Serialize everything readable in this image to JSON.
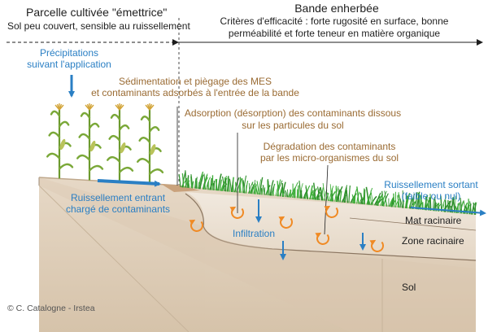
{
  "header": {
    "left_title": "Parcelle cultivée \"émettrice\"",
    "left_subtitle": "Sol peu couvert, sensible au ruissellement",
    "right_title": "Bande enherbée",
    "right_line1": "Critères d'efficacité : forte rugosité en surface, bonne",
    "right_line2": "perméabilité et forte teneur en matière organique"
  },
  "labels": {
    "precip_line1": "Précipitations",
    "precip_line2": "suivant l'application",
    "sedim_line1": "Sédimentation et piègage des MES",
    "sedim_line2": "et contaminants adsorbés à l'entrée de la bande",
    "adsorption_line1": "Adsorption (désorption) des contaminants dissous",
    "adsorption_line2": "sur les particules du sol",
    "degradation_line1": "Dégradation des contaminants",
    "degradation_line2": "par les micro-organismes du sol",
    "runoff_in_line1": "Ruissellement entrant",
    "runoff_in_line2": "chargé de contaminants",
    "runoff_out_line1": "Ruissellement sortant",
    "runoff_out_line2": "(faible ou nul)",
    "infiltration": "Infiltration",
    "mat_racinaire": "Mat racinaire",
    "zone_racinaire": "Zone racinaire",
    "sol": "Sol",
    "credit": "© C. Catalogne - Irstea"
  },
  "colors": {
    "blue": "#2a7fc4",
    "brown_text": "#9a6b33",
    "soil": "#e2d3c0",
    "soil_dark": "#cdb89d",
    "grass": "#3fae3a",
    "corn": "#6c9a2e",
    "tassel": "#d3a53a",
    "cycle_arrow": "#f08a24"
  }
}
